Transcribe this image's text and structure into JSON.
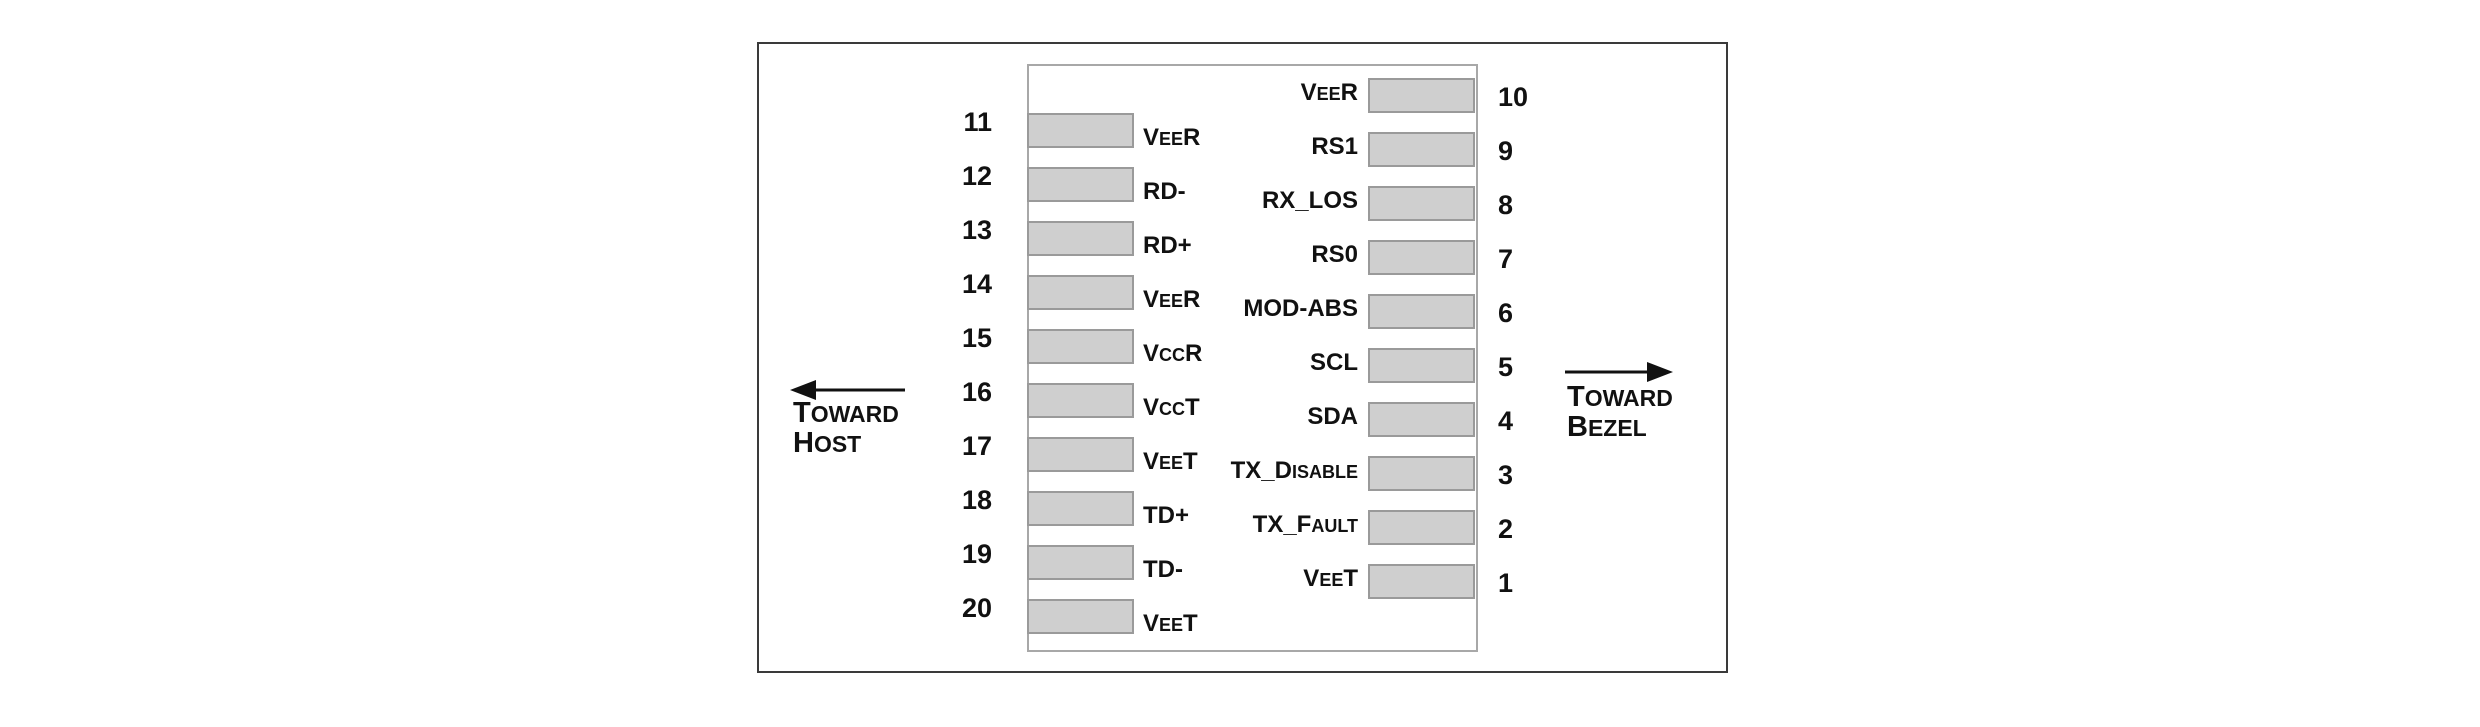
{
  "diagram": {
    "left_pins": [
      {
        "number": "11",
        "signal": "VeeR"
      },
      {
        "number": "12",
        "signal": "RD-"
      },
      {
        "number": "13",
        "signal": "RD+"
      },
      {
        "number": "14",
        "signal": "VeeR"
      },
      {
        "number": "15",
        "signal": "VccR"
      },
      {
        "number": "16",
        "signal": "VccT"
      },
      {
        "number": "17",
        "signal": "VeeT"
      },
      {
        "number": "18",
        "signal": "TD+"
      },
      {
        "number": "19",
        "signal": "TD-"
      },
      {
        "number": "20",
        "signal": "VeeT"
      }
    ],
    "right_pins": [
      {
        "number": "10",
        "signal": "VeeR"
      },
      {
        "number": "9",
        "signal": "RS1"
      },
      {
        "number": "8",
        "signal": "RX_LOS"
      },
      {
        "number": "7",
        "signal": "RS0"
      },
      {
        "number": "6",
        "signal": "MOD-ABS"
      },
      {
        "number": "5",
        "signal": "SCL"
      },
      {
        "number": "4",
        "signal": "SDA"
      },
      {
        "number": "3",
        "signal": "TX_Disable"
      },
      {
        "number": "2",
        "signal": "TX_Fault"
      },
      {
        "number": "1",
        "signal": "VeeT"
      }
    ],
    "toward_host": {
      "line1": "Toward",
      "line2": "Host"
    },
    "toward_bezel": {
      "line1": "Toward",
      "line2": "Bezel"
    }
  }
}
